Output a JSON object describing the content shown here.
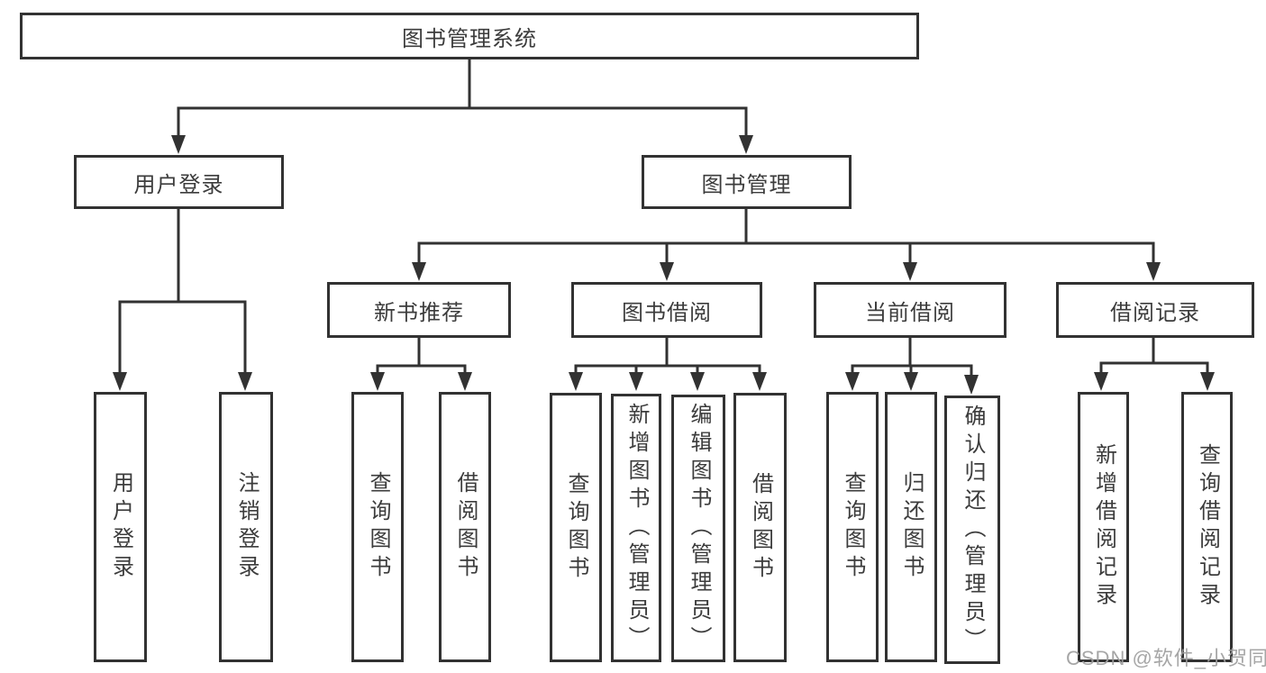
{
  "diagram_title": "图书管理系统",
  "nodes": {
    "root": "图书管理系统",
    "user_login": "用户登录",
    "book_management": "图书管理",
    "new_book_recommend": "新书推荐",
    "book_borrow": "图书借阅",
    "current_borrow": "当前借阅",
    "borrow_records": "借阅记录",
    "leaf_user_login": "用户登录",
    "leaf_logout": "注销登录",
    "leaf_nb_query_books": "查询图书",
    "leaf_nb_borrow_books": "借阅图书",
    "leaf_bb_query_books": "查询图书",
    "leaf_bb_add_books": "新增图书（管理员）",
    "leaf_bb_edit_books": "编辑图书（管理员）",
    "leaf_bb_borrow_books": "借阅图书",
    "leaf_cb_query_books": "查询图书",
    "leaf_cb_return_books": "归还图书",
    "leaf_cb_confirm_return": "确认归还（管理员）",
    "leaf_br_add_record": "新增借阅记录",
    "leaf_br_query_record": "查询借阅记录"
  },
  "hierarchy": {
    "图书管理系统": [
      "用户登录",
      "图书管理"
    ],
    "用户登录": [
      "用户登录",
      "注销登录"
    ],
    "图书管理": [
      "新书推荐",
      "图书借阅",
      "当前借阅",
      "借阅记录"
    ],
    "新书推荐": [
      "查询图书",
      "借阅图书"
    ],
    "图书借阅": [
      "查询图书",
      "新增图书（管理员）",
      "编辑图书（管理员）",
      "借阅图书"
    ],
    "当前借阅": [
      "查询图书",
      "归还图书",
      "确认归还（管理员）"
    ],
    "借阅记录": [
      "新增借阅记录",
      "查询借阅记录"
    ]
  },
  "watermark": "CSDN @软件_小贺同学",
  "colors": {
    "line": "#323232",
    "box_border": "#323232",
    "text": "#3c3c3c",
    "background": "#ffffff",
    "watermark": "#9e9e9e"
  }
}
